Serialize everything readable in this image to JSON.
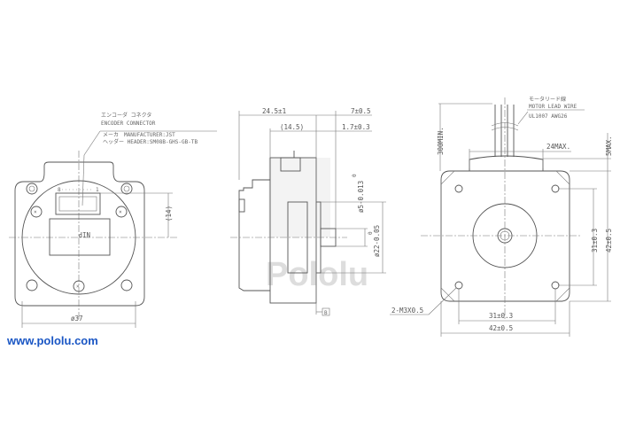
{
  "left_view": {
    "callout_jp1": "エンコーダ コネクタ",
    "callout_en1": "ENCODER CONNECTOR",
    "callout_maker": "メーカ　MANUFACTURER:JST",
    "callout_header": "ヘッダー HEADER:SM08B-GHS-GB-TB",
    "pin_8": "8",
    "pin_1": "1",
    "label_nip": "NIP",
    "dim_14": "(14)",
    "dim_dia37": "ø37"
  },
  "side_view": {
    "dim_24_5": "24.5±1",
    "dim_14_5": "(14.5)",
    "dim_7": "7±0.5",
    "dim_1_7": "1.7±0.3",
    "dim_shaft_tol_top": "0",
    "dim_shaft": "ø5-0.013",
    "dim_boss_tol_top": "0",
    "dim_boss": "ø22-0.05",
    "datum": "B"
  },
  "front_view": {
    "lead_jp": "モータリード線",
    "lead_en": "MOTOR LEAD WIRE",
    "lead_spec": "UL1007 AWG26",
    "dim_300": "300MIN.",
    "dim_24max": "24MAX.",
    "dim_5max": "5MAX.",
    "dim_31_v": "31±0.3",
    "dim_42_v": "42±0.5",
    "dim_31_h": "31±0.3",
    "dim_42_h": "42±0.5",
    "hole_spec": "2-M3X0.5"
  },
  "watermark": "Pololu",
  "url": "www.pololu.com"
}
